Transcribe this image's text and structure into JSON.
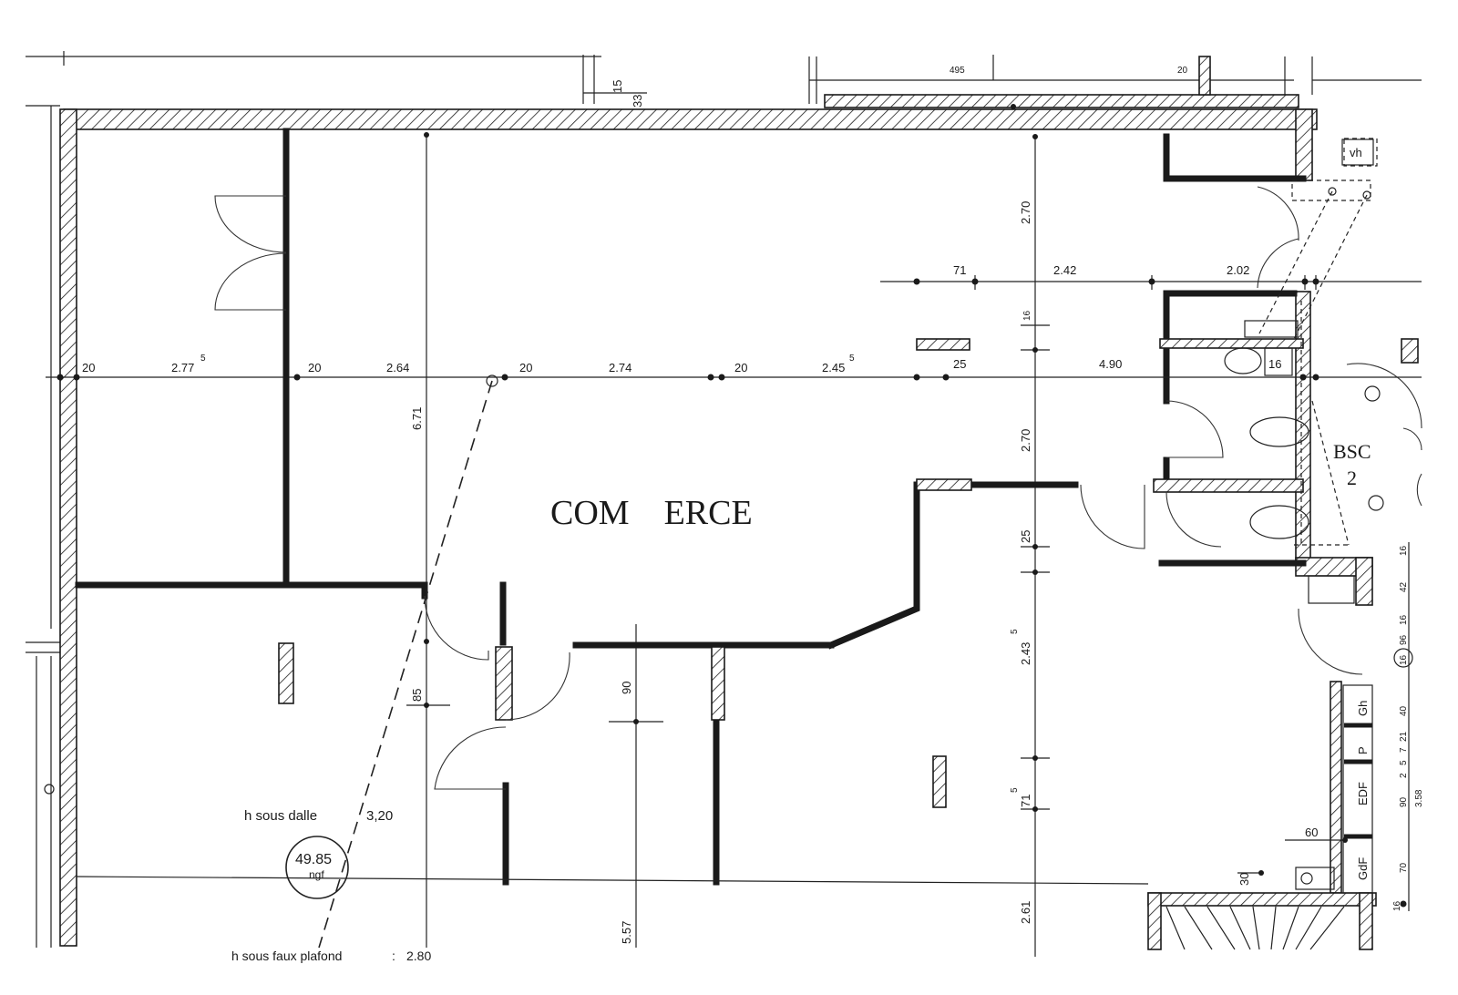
{
  "plan": {
    "room_label": "COM    ERCE",
    "wc_label": "BSC",
    "wc_number": "2",
    "vh_label": "vh",
    "ceiling_slab_label": "h sous dalle",
    "ceiling_slab_value": "3,20",
    "false_ceiling_label": "h sous faux plafond",
    "false_ceiling_sep": ":",
    "false_ceiling_value": "2.80",
    "ngf_value": "49.85",
    "ngf_unit": "ngf",
    "meter_labels": [
      "Gh",
      "P",
      "EDF",
      "GdF"
    ]
  },
  "dimensions": {
    "horizontal_row": [
      "20",
      "2.77",
      "5",
      "20",
      "2.64",
      "20",
      "2.74",
      "20",
      "2.45",
      "5",
      "25",
      "4.90"
    ],
    "upper_row": [
      "71",
      "2.42",
      "2.02"
    ],
    "top_marks": [
      "495",
      "20",
      "15",
      "33"
    ],
    "vertical_right": [
      "2.70",
      "16",
      "2.70",
      "25",
      "2.43",
      "5",
      "71",
      "5",
      "2.61"
    ],
    "vertical_left": [
      "6.71",
      "85",
      "90",
      "5.57"
    ],
    "small": [
      "16",
      "60",
      "30"
    ],
    "right_column": [
      "16",
      "42",
      "16",
      "96",
      "16",
      "40",
      "21",
      "7",
      "5",
      "2",
      "90",
      "3.58",
      "70",
      "16"
    ]
  }
}
